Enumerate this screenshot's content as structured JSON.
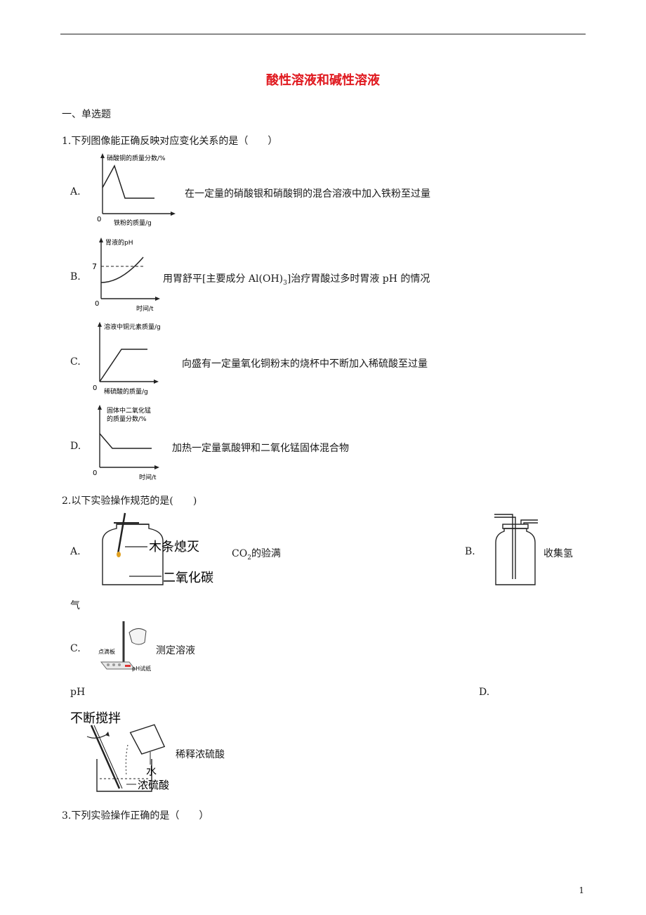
{
  "title": "酸性溶液和碱性溶液",
  "section": "一、单选题",
  "q1": {
    "stem": "1.下列图像能正确反映对应变化关系的是（　　）",
    "options": [
      {
        "letter": "A.",
        "text": "在一定量的硝酸银和硝酸铜的混合溶液中加入铁粉至过量",
        "ylabel": "硝酸铜的质量分数/%",
        "xlabel": "铁粉的质量/g",
        "origin": "0"
      },
      {
        "letter": "B.",
        "text_before": "用胃舒平[主要成分 Al(OH)",
        "text_sub": "3",
        "text_after": "]治疗胃酸过多时胃液 pH 的情况",
        "ylabel": "胃液的pH",
        "xlabel": "时间/t",
        "tick": "7",
        "origin": "0"
      },
      {
        "letter": "C.",
        "text": "向盛有一定量氧化铜粉末的烧杯中不断加入稀硫酸至过量",
        "ylabel": "溶液中铜元素质量/g",
        "xlabel": "稀硫酸的质量/g",
        "origin": "0"
      },
      {
        "letter": "D.",
        "text": "加热一定量氯酸钾和二氧化锰固体混合物",
        "ylabel_1": "固体中二氧化锰",
        "ylabel_2": "的质量分数/%",
        "xlabel": "时间/t",
        "origin": "0"
      }
    ]
  },
  "q2": {
    "stem": "2.以下实验操作规范的是(　　)",
    "a": {
      "letter": "A.",
      "label_stick": "木条熄灭",
      "label_gas": "二氧化碳",
      "caption_pre": "CO",
      "caption_sub": "2",
      "caption_post": "的验满"
    },
    "b": {
      "letter": "B.",
      "caption": "收集氢",
      "caption_wrap": "气"
    },
    "c": {
      "letter": "C.",
      "label_plate": "点滴板",
      "label_paper": "pH试纸",
      "caption": "测定溶液",
      "caption_wrap": "pH"
    },
    "d": {
      "letter": "D.",
      "label_stir": "不断搅拌",
      "label_water": "水",
      "label_acid": "浓硫酸",
      "caption": "稀释浓硫酸"
    }
  },
  "q3": {
    "stem": "3.下列实验操作正确的是（　　）"
  },
  "page_number": "1"
}
